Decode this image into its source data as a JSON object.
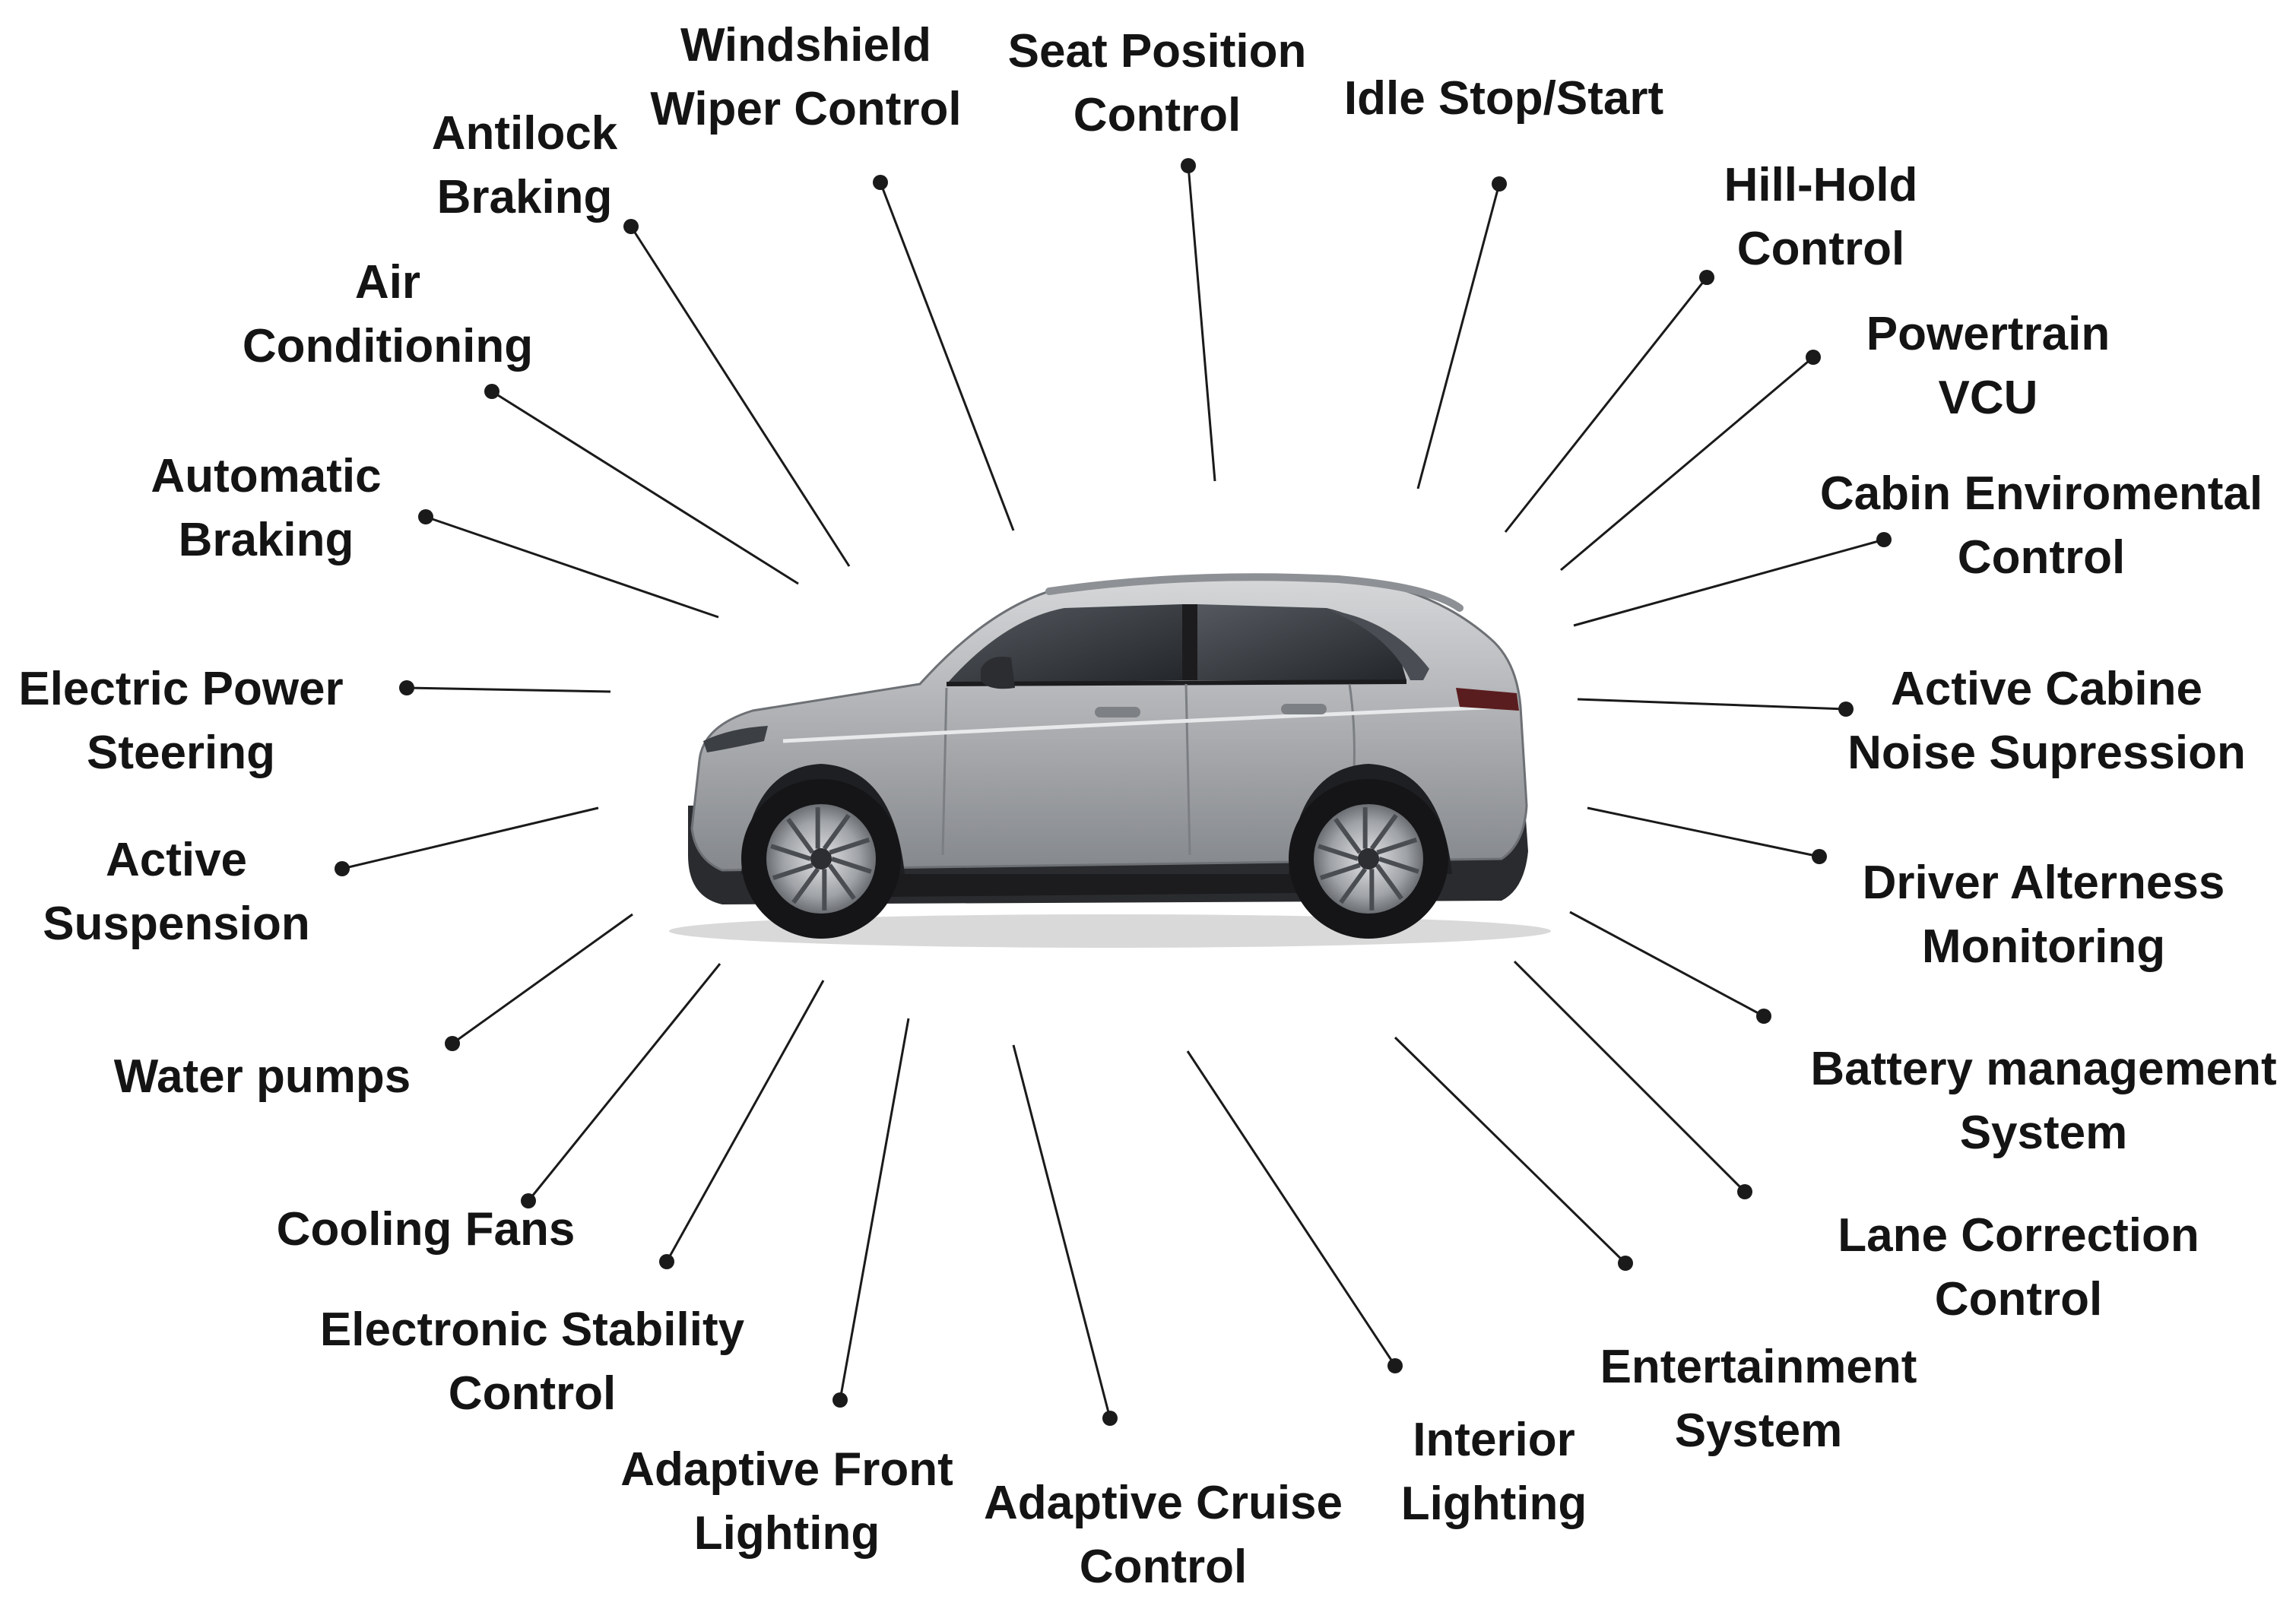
{
  "diagram": {
    "subject": "car",
    "labels": [
      {
        "id": "windshield",
        "lines": [
          "Windshield",
          "Wiper Control"
        ]
      },
      {
        "id": "seat",
        "lines": [
          "Seat Position",
          "Control"
        ]
      },
      {
        "id": "idle",
        "lines": [
          "Idle Stop/Start"
        ]
      },
      {
        "id": "antilock",
        "lines": [
          "Antilock",
          "Braking"
        ]
      },
      {
        "id": "hillhold",
        "lines": [
          "Hill-Hold",
          "Control"
        ]
      },
      {
        "id": "aircon",
        "lines": [
          "Air",
          "Conditioning"
        ]
      },
      {
        "id": "powertrain",
        "lines": [
          "Powertrain",
          "VCU"
        ]
      },
      {
        "id": "autobrake",
        "lines": [
          "Automatic",
          "Braking"
        ]
      },
      {
        "id": "cabinenv",
        "lines": [
          "Cabin Enviromental",
          "Control"
        ]
      },
      {
        "id": "eps",
        "lines": [
          "Electric Power",
          "Steering"
        ]
      },
      {
        "id": "noise",
        "lines": [
          "Active Cabine",
          "Noise Supression"
        ]
      },
      {
        "id": "suspension",
        "lines": [
          "Active",
          "Suspension"
        ]
      },
      {
        "id": "driver",
        "lines": [
          "Driver Alterness",
          "Monitoring"
        ]
      },
      {
        "id": "water",
        "lines": [
          "Water pumps"
        ]
      },
      {
        "id": "battery",
        "lines": [
          "Battery management",
          "System"
        ]
      },
      {
        "id": "cooling",
        "lines": [
          "Cooling Fans"
        ]
      },
      {
        "id": "lane",
        "lines": [
          "Lane Correction",
          "Control"
        ]
      },
      {
        "id": "esc",
        "lines": [
          "Electronic Stability",
          "Control"
        ]
      },
      {
        "id": "entertainment",
        "lines": [
          "Entertainment",
          "System"
        ]
      },
      {
        "id": "afl",
        "lines": [
          "Adaptive Front",
          "Lighting"
        ]
      },
      {
        "id": "acc",
        "lines": [
          "Adaptive Cruise",
          "Control"
        ]
      },
      {
        "id": "interior",
        "lines": [
          "Interior",
          "Lighting"
        ]
      }
    ]
  },
  "colors": {
    "text": "#141414",
    "line": "#1a1a1a",
    "car_body": "#a9abae",
    "car_dark": "#1c1c1e",
    "glass": "#3a3d42"
  }
}
